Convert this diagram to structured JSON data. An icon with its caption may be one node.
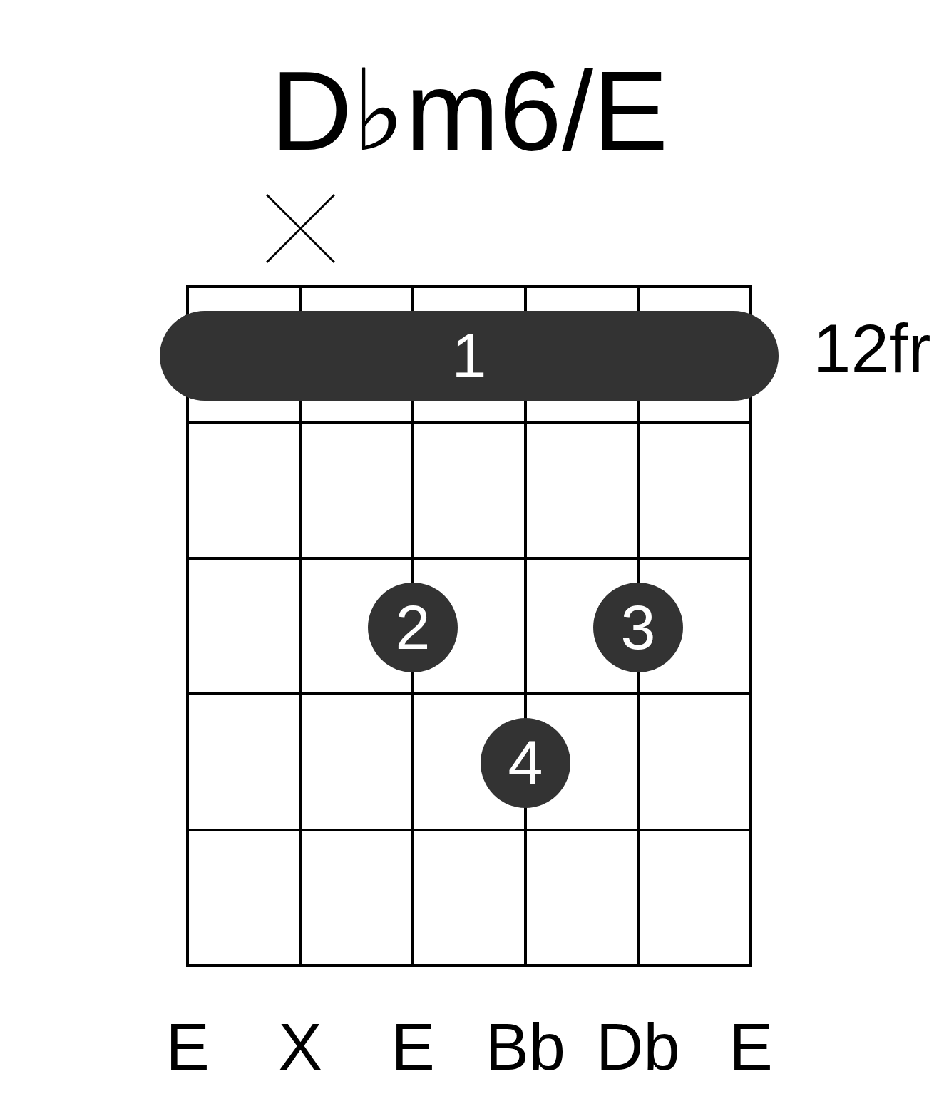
{
  "diagram": {
    "title": "D♭m6/E",
    "nodes": [
      {
        "text": [
          "1"
        ]
      },
      {
        "text": [
          "2"
        ]
      },
      {
        "text": [
          "3"
        ]
      },
      {
        "text": [
          "4"
        ]
      }
    ],
    "labels": [
      "12fr",
      "E",
      "X",
      "E",
      "Bb",
      "Db",
      "E"
    ]
  }
}
